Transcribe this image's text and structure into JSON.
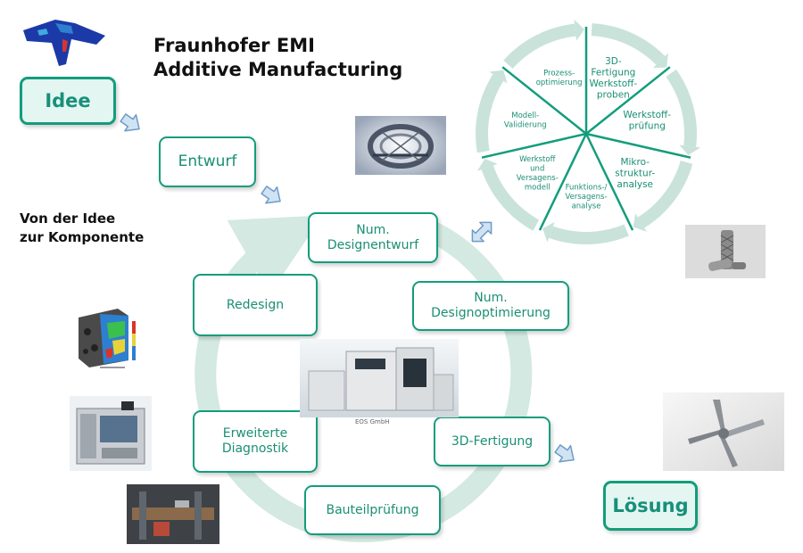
{
  "title": "Fraunhofer EMI\nAdditive Manufacturing",
  "subtitle": "Von der Idee\nzur Komponente",
  "start_box": "Idee",
  "end_box": "Lösung",
  "process_steps": {
    "entwurf": "Entwurf",
    "num_designentwurf": "Num.\nDesignentwurf",
    "num_designoptimierung": "Num.\nDesignoptimierung",
    "fertigung": "3D-Fertigung",
    "bauteilpruefung": "Bauteilprüfung",
    "erweiterte_diagnostik": "Erweiterte\nDiagnostik",
    "redesign": "Redesign"
  },
  "material_cycle": [
    {
      "label": "3D-\nFertigung\nWerkstoff-\nproben",
      "size": "large"
    },
    {
      "label": "Werkstoff-\nprüfung",
      "size": "large"
    },
    {
      "label": "Mikro-\nstruktur-\nanalyse",
      "size": "large"
    },
    {
      "label": "Funktions-/\nVersagens-\nanalyse",
      "size": "small"
    },
    {
      "label": "Werkstoff\nund\nVersagens-\nmodell",
      "size": "small"
    },
    {
      "label": "Modell-\nValidierung",
      "size": "small"
    },
    {
      "label": "Prozess-\noptimierung",
      "size": "small"
    }
  ],
  "image_credit": "EOS GmbH",
  "colors": {
    "accent": "#139d7c",
    "box_fill_light": "#e3f6f1",
    "cycle_arrow": "#c9e3da",
    "arrow_fill": "#cfe3f3",
    "arrow_stroke": "#6e9bc7"
  }
}
